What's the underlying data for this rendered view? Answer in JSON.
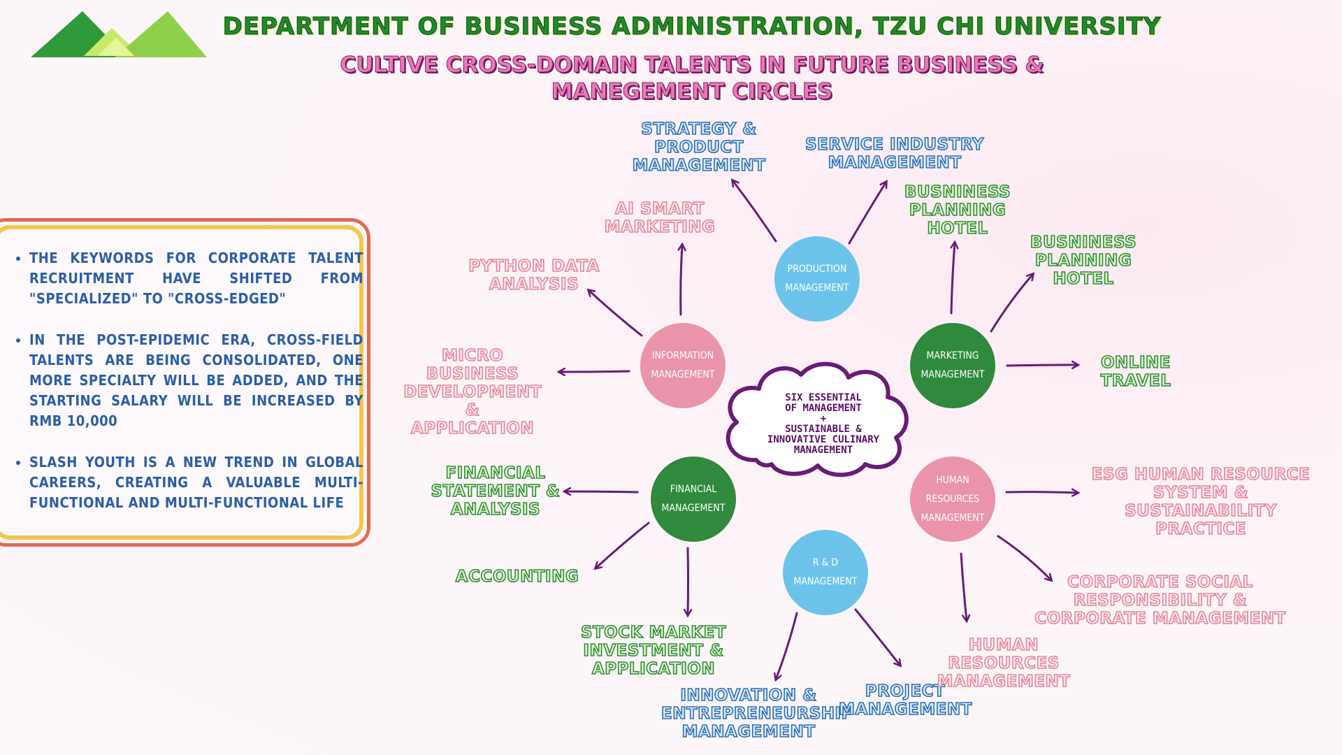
{
  "header": {
    "title": "DEPARTMENT OF BUSINESS ADMINISTRATION, TZU CHI UNIVERSITY",
    "subtitle_line1": "CULTIVE CROSS-DOMAIN TALENTS IN FUTURE BUSINESS &",
    "subtitle_line2": "MANEGEMENT CIRCLES"
  },
  "logo": {
    "icon": "mountains-logo",
    "colors": [
      "#2f9a3a",
      "#9ed24a",
      "#c8e86a"
    ]
  },
  "panel": {
    "bullets": [
      "THE KEYWORDS FOR CORPORATE TALENT RECRUITMENT HAVE SHIFTED FROM \"SPECIALIZED\" TO \"CROSS-EDGED\"",
      "IN THE POST-EPIDEMIC ERA, CROSS-FIELD TALENTS ARE BEING CONSOLIDATED, ONE MORE SPECIALTY WILL BE ADDED, AND THE STARTING SALARY WILL BE INCREASED BY RMB 10,000",
      "SLASH YOUTH IS A NEW TREND IN GLOBAL CAREERS, CREATING A VALUABLE MULTI-FUNCTIONAL AND MULTI-FUNCTIONAL LIFE"
    ]
  },
  "center": {
    "line1": "SIX ESSENTIAL",
    "line2": "OF MANAGEMENT",
    "plus": "+",
    "line3": "SUSTAINABLE &",
    "line4": "INNOVATIVE CULINARY",
    "line5": "MANAGEMENT"
  },
  "nodes": {
    "production": "PRODUCTION MANAGEMENT",
    "information": "INFORMATION MANAGEMENT",
    "marketing": "MARKETING MANAGEMENT",
    "financial": "FINANCIAL MANAGEMENT",
    "human_resources": "HUMAN RESOURCES MANAGEMENT",
    "rd": "R & D MANAGEMENT"
  },
  "labels": {
    "strategy": [
      "STRATEGY &",
      "PRODUCT",
      "MANAGEMENT"
    ],
    "service": [
      "SERVICE INDUSTRY",
      "MANAGEMENT"
    ],
    "business_plan_1": [
      "BUSNINESS",
      "PLANNING",
      "HOTEL"
    ],
    "business_plan_2": [
      "BUSNINESS",
      "PLANNING",
      "HOTEL"
    ],
    "online_travel": [
      "ONLINE",
      "TRAVEL"
    ],
    "ai_marketing": [
      "AI SMART",
      "MARKETING"
    ],
    "python": [
      "PYTHON DATA",
      "ANALYSIS"
    ],
    "micro_business": [
      "MICRO BUSINESS",
      "DEVELOPMENT &",
      "APPLICATION"
    ],
    "financial_statement": [
      "FINANCIAL",
      "STATEMENT &",
      "ANALYSIS"
    ],
    "accounting": [
      "ACCOUNTING"
    ],
    "stock": [
      "STOCK MARKET",
      "INVESTMENT &",
      "APPLICATION"
    ],
    "innovation": [
      "INNOVATION &",
      "ENTREPRENEURSHIP",
      "MANAGEMENT"
    ],
    "project": [
      "PROJECT",
      "MANAGEMENT"
    ],
    "hr_management": [
      "HUMAN RESOURCES",
      "MANAGEMENT"
    ],
    "csr": [
      "CORPORATE SOCIAL",
      "RESPONSIBILITY &",
      "CORPORATE MANAGEMENT"
    ],
    "esg": [
      "ESG HUMAN RESOURCE",
      "SYSTEM & SUSTAINABILITY",
      "PRACTICE"
    ]
  },
  "colors": {
    "arrow": "#6a1a78",
    "node_blue": "#6cc3ea",
    "node_pink": "#e994aa",
    "node_green": "#2f8a3d",
    "cloud_stroke": "#6a1a78"
  }
}
